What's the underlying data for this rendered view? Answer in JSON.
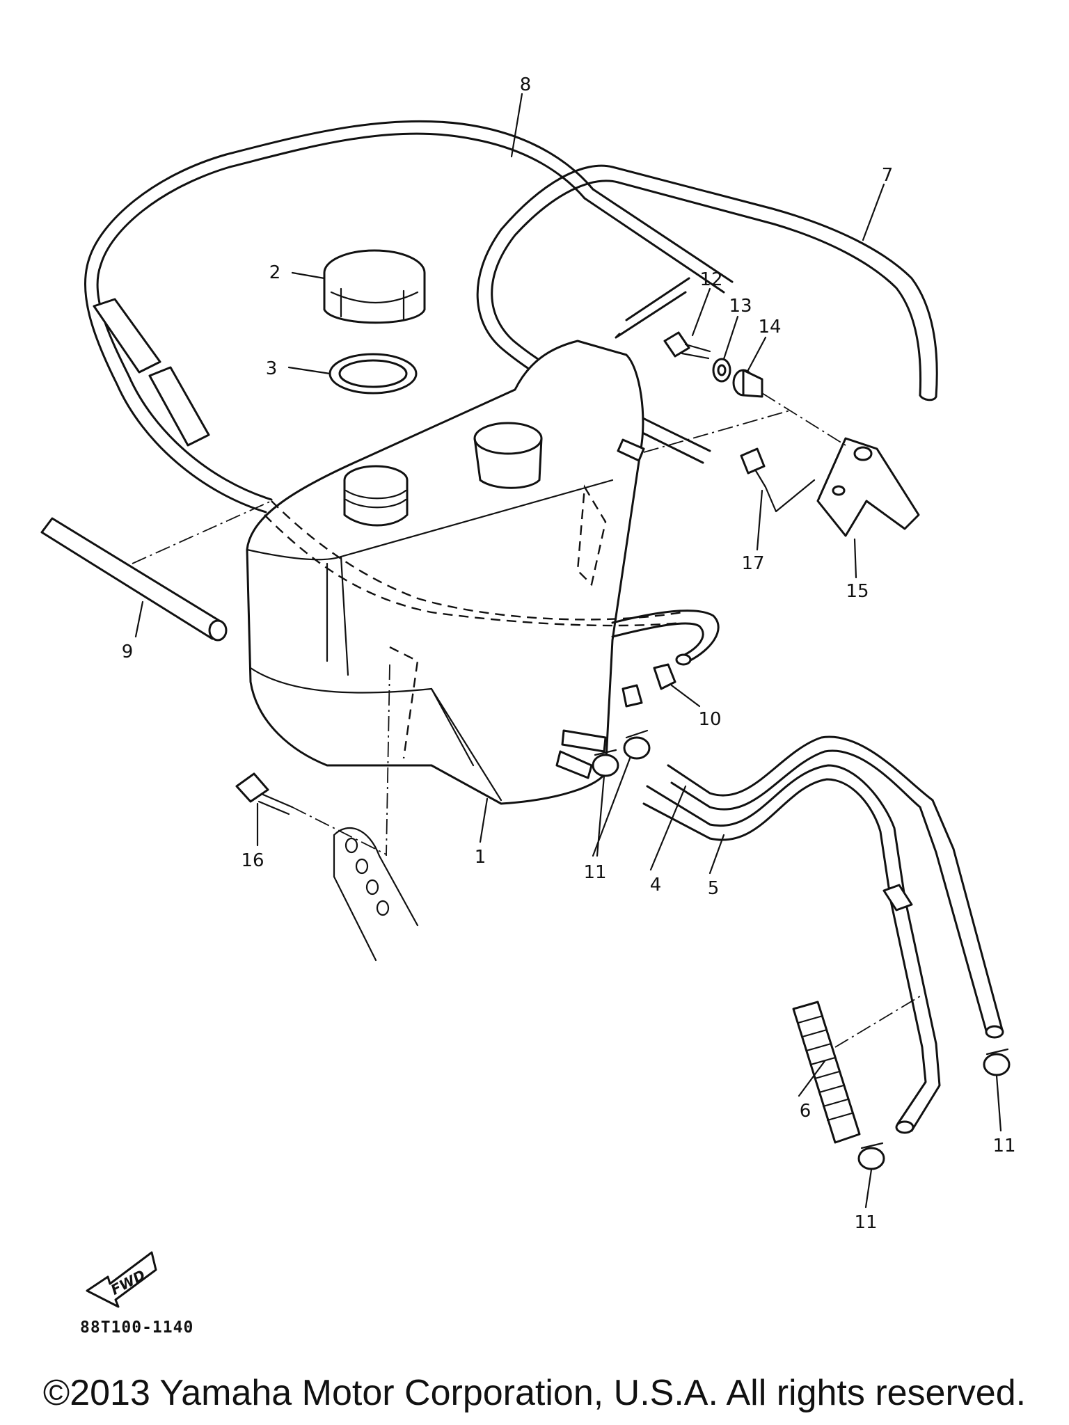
{
  "diagram": {
    "part_labels": {
      "p1": "1",
      "p2": "2",
      "p3": "3",
      "p4": "4",
      "p5": "5",
      "p6": "6",
      "p7": "7",
      "p8": "8",
      "p9": "9",
      "p10": "10",
      "p11a": "11",
      "p11b": "11",
      "p11c": "11",
      "p12": "12",
      "p13": "13",
      "p14": "14",
      "p15": "15",
      "p16": "16",
      "p17": "17"
    },
    "fwd_label": "FWD",
    "drawing_code": "88T100-1140"
  },
  "footer": {
    "copyright": "©2013 Yamaha Motor Corporation, U.S.A. All rights reserved."
  }
}
